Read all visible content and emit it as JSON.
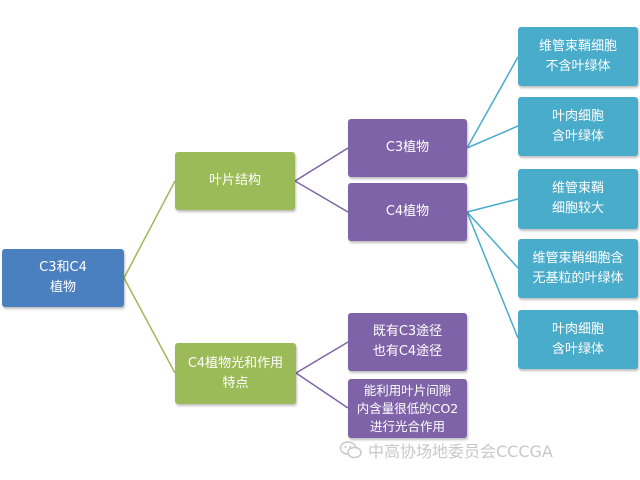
{
  "colors": {
    "root": "#4a7fc0",
    "level1": "#9bbb59",
    "level2": "#7f63a8",
    "level3": "#4aaccb",
    "line_green": "#9bbb59",
    "line_purple": "#7f63a8",
    "line_teal": "#4aaccb"
  },
  "diagram": {
    "root": "C3和C4\n植物",
    "leaf_structure": "叶片结构",
    "c4_features": "C4植物光和作用\n特点",
    "c3_plant": "C3植物",
    "c4_plant": "C4植物",
    "feat_both_paths": "既有C3途径\n也有C4途径",
    "feat_low_co2": "能利用叶片间隙\n内含量很低的CO2\n进行光合作用",
    "c3_sheath": "维管束鞘细胞\n不含叶绿体",
    "c3_mesophyll": "叶肉细胞\n含叶绿体",
    "c4_sheath_large": "维管束鞘\n细胞较大",
    "c4_sheath_chloro": "维管束鞘细胞含\n无基粒的叶绿体",
    "c4_mesophyll": "叶肉细胞\n含叶绿体"
  },
  "watermark": {
    "icon": "wechat-icon",
    "text": "中高协场地委员会CCCGA"
  }
}
